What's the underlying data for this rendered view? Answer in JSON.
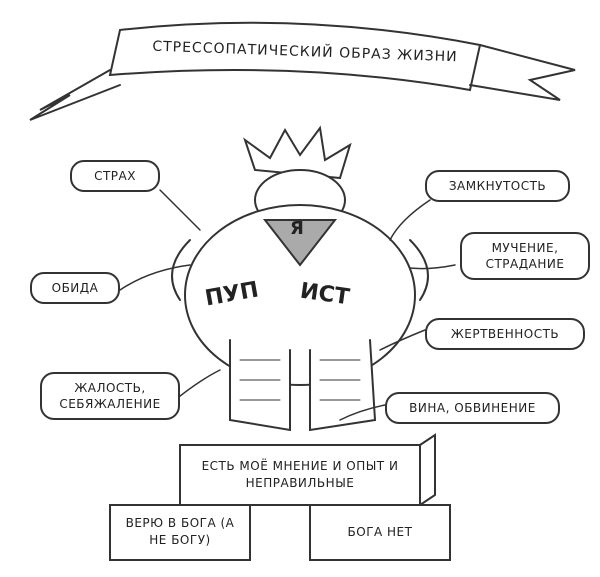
{
  "title": "СТРЕССОПАТИЧЕСКИЙ ОБРАЗ ЖИЗНИ",
  "figure": {
    "chest_letter": "Я",
    "belly_left": "ПУП",
    "belly_right": "ИСТ"
  },
  "bubbles": {
    "fear": "СТРАХ",
    "resentment": "ОБИДА",
    "pity": "ЖАЛОСТЬ, СЕБЯЖАЛЕНИЕ",
    "isolation": "ЗАМКНУТОСТЬ",
    "suffering": "МУЧЕНИЕ, СТРАДАНИЕ",
    "sacrifice": "ЖЕРТВЕННОСТЬ",
    "guilt": "ВИНА, ОБВИНЕНИЕ"
  },
  "pedestal": {
    "top": "ЕСТЬ МОЁ МНЕНИЕ И ОПЫТ И НЕПРАВИЛЬНЫЕ",
    "left": "ВЕРЮ В БОГА (А НЕ БОГУ)",
    "right": "БОГА НЕТ"
  }
}
